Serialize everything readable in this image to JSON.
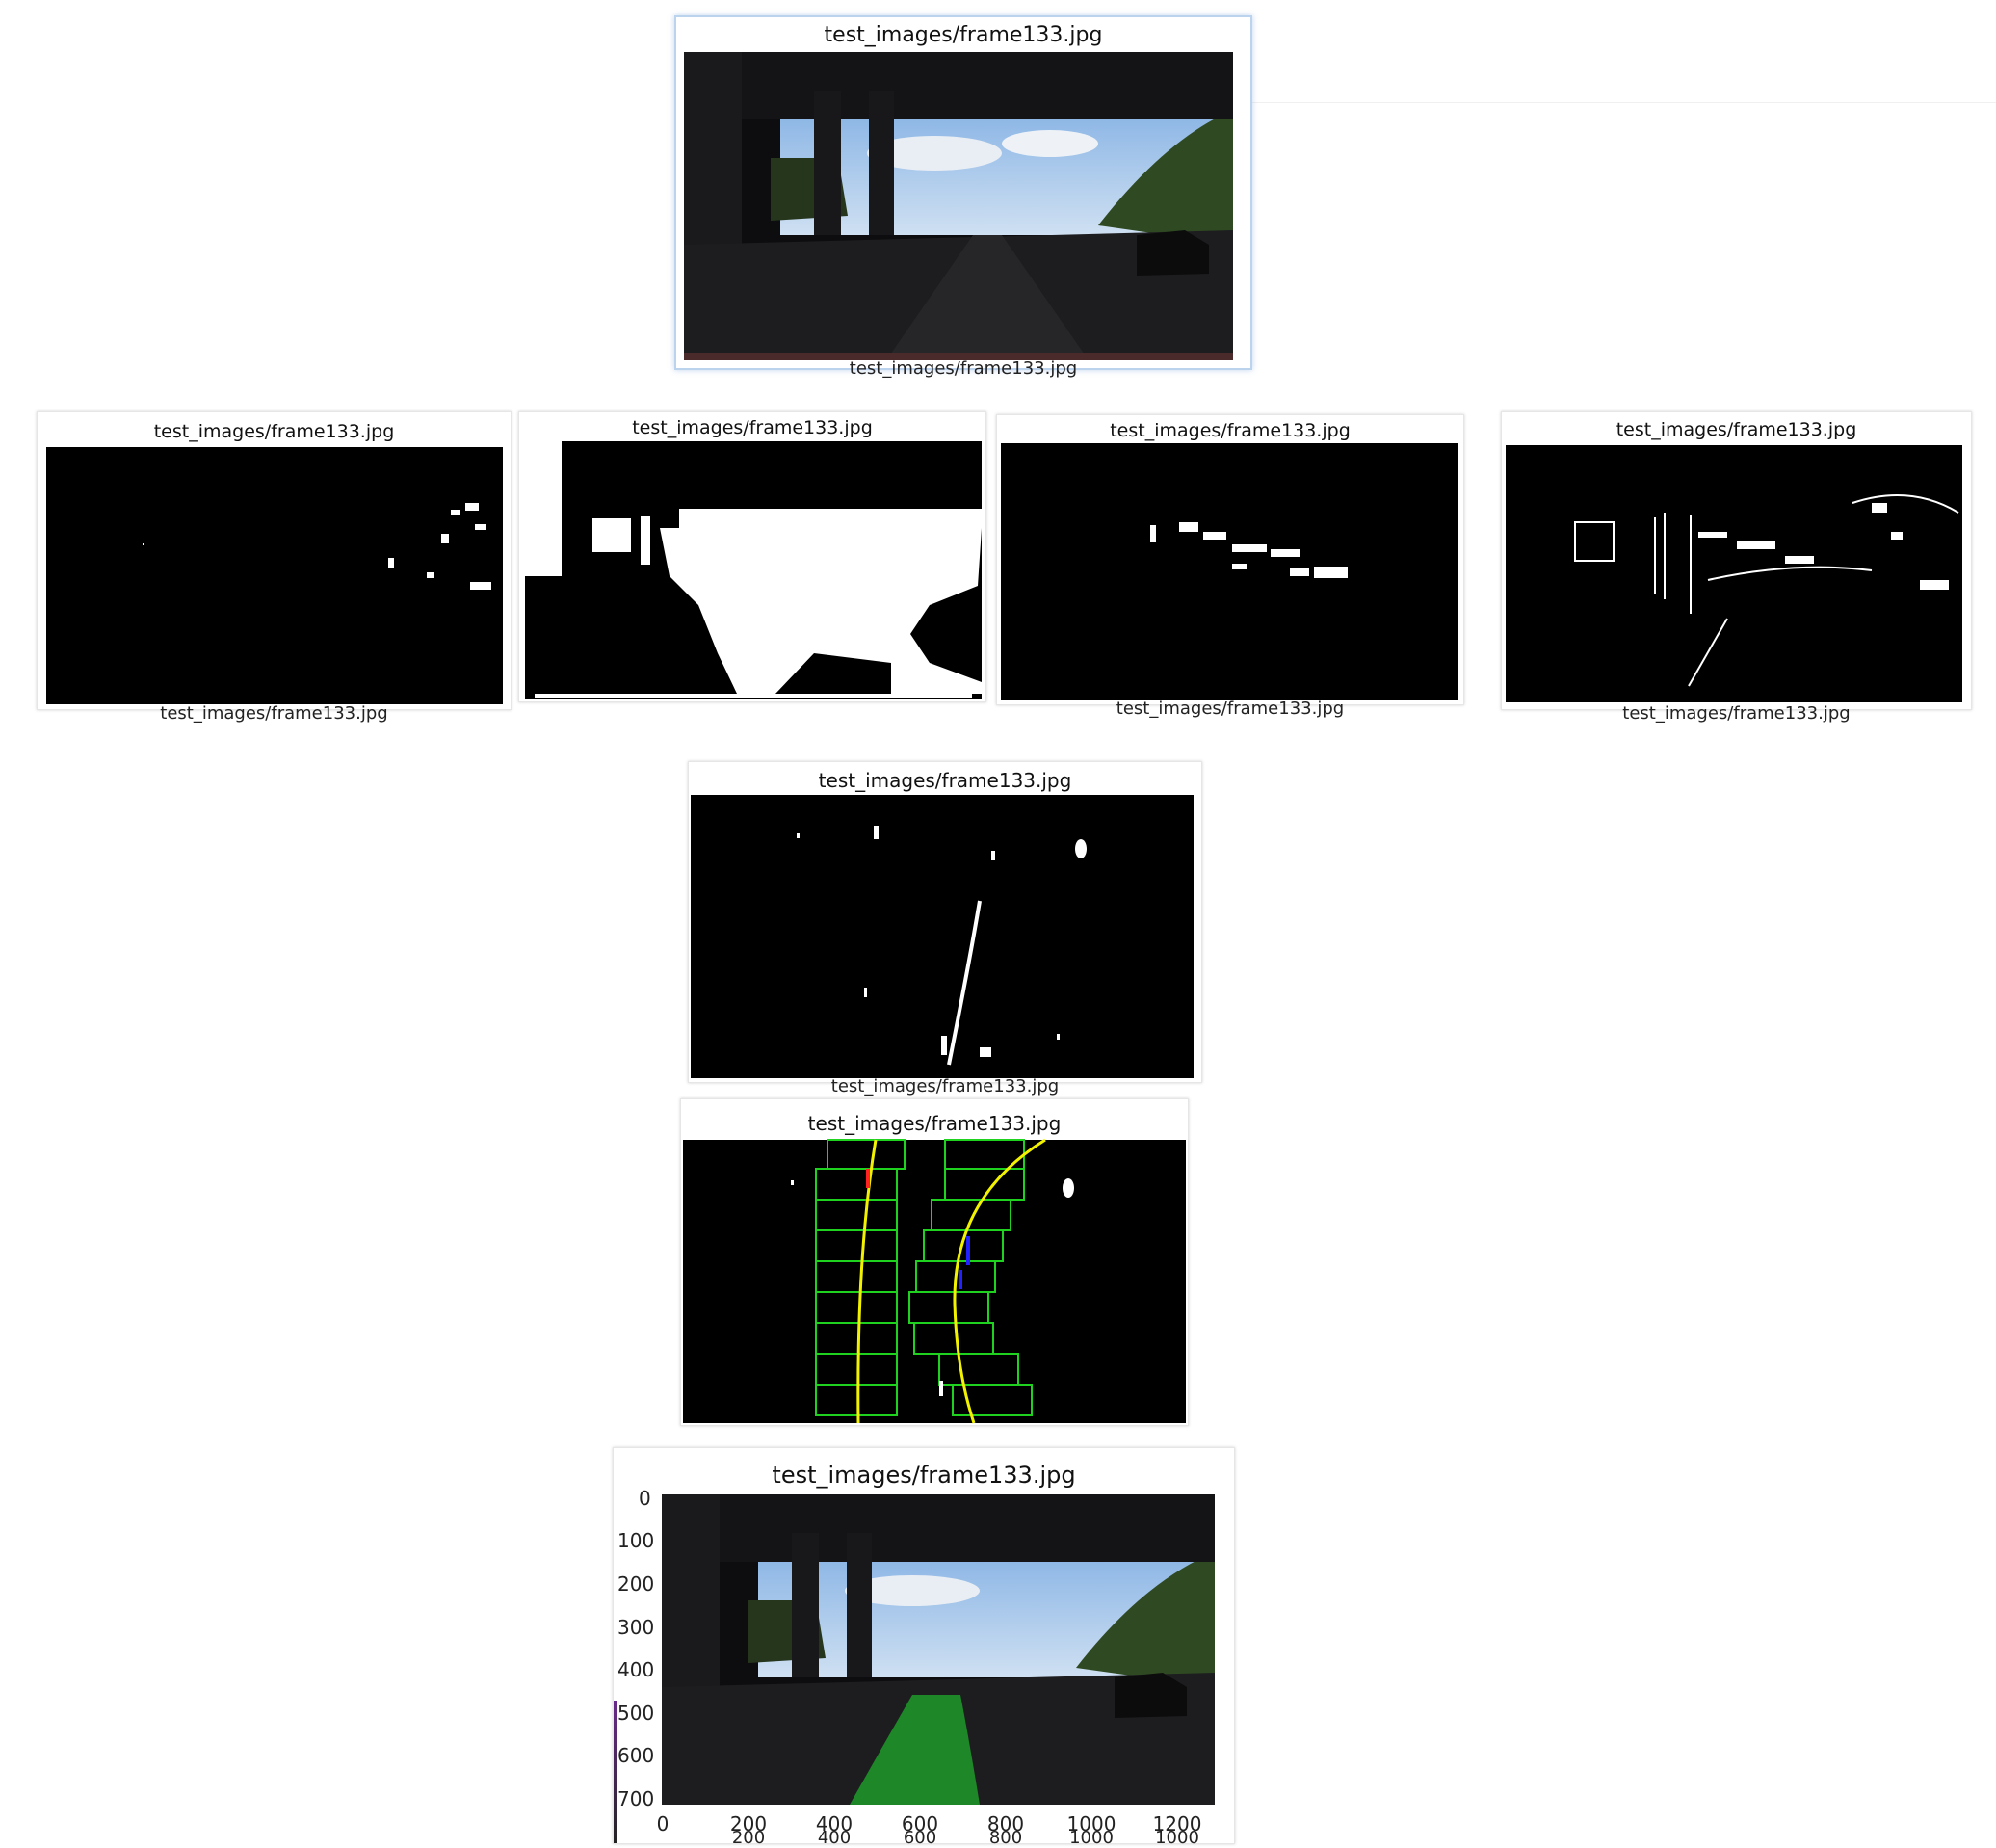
{
  "panels": {
    "top": {
      "title": "test_images/frame133.jpg"
    },
    "row": [
      {
        "title": "test_images/frame133.jpg"
      },
      {
        "title": "test_images/frame133.jpg"
      },
      {
        "title": "test_images/frame133.jpg"
      },
      {
        "title": "test_images/frame133.jpg"
      }
    ],
    "warped": {
      "title": "test_images/frame133.jpg"
    },
    "windows": {
      "title": "test_images/frame133.jpg"
    },
    "result": {
      "title": "test_images/frame133.jpg",
      "y_ticks": [
        "0",
        "100",
        "200",
        "300",
        "400",
        "500",
        "600",
        "700"
      ],
      "x_ticks": [
        "0",
        "200",
        "400",
        "600",
        "800",
        "1000",
        "1200"
      ],
      "x_ticks_secondary": [
        "200",
        "400",
        "600",
        "800",
        "1000",
        "1000"
      ]
    }
  },
  "colors": {
    "lane_fill": "#1f9a2a",
    "window_box": "#1fd21f",
    "poly_fit": "#f2f200",
    "selection": "#bcd3ee"
  }
}
